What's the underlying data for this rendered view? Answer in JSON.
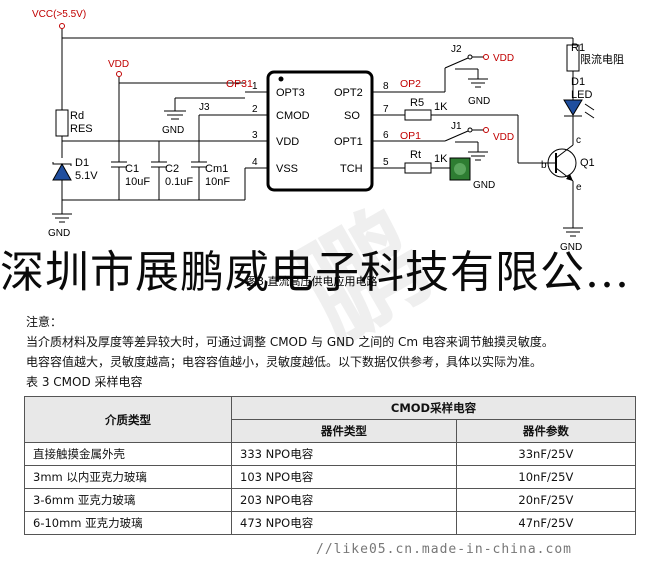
{
  "schematic": {
    "vcc_label": "VCC(>5.5V)",
    "vdd_label": "VDD",
    "gnd_label": "GND",
    "rd_name": "Rd",
    "rd_value": "RES",
    "d1_name": "D1",
    "d1_value": "5.1V",
    "c1_name": "C1",
    "c1_value": "10uF",
    "c2_name": "C2",
    "c2_value": "0.1uF",
    "cm1_name": "Cm1",
    "cm1_value": "10nF",
    "op31": "OP31",
    "j3": "J3",
    "pins_left": [
      {
        "num": "1",
        "name": "OPT3"
      },
      {
        "num": "2",
        "name": "CMOD"
      },
      {
        "num": "3",
        "name": "VDD"
      },
      {
        "num": "4",
        "name": "VSS"
      }
    ],
    "pins_right": [
      {
        "num": "8",
        "name": "OPT2"
      },
      {
        "num": "7",
        "name": "SO"
      },
      {
        "num": "6",
        "name": "OPT1"
      },
      {
        "num": "5",
        "name": "TCH"
      }
    ],
    "op2": "OP2",
    "op1": "OP1",
    "j2": "J2",
    "j1": "J1",
    "r5_name": "R5",
    "r5_value": "1K",
    "rt_name": "Rt",
    "rt_value": "1K",
    "r1_name": "R1",
    "r1_desc": "限流电阻",
    "led_name": "D1",
    "led_value": "LED",
    "q1": "Q1",
    "b": "b",
    "c": "c",
    "e": "e"
  },
  "watermark": "深圳市展鹏威电子科技有限公...",
  "caption": "图3  直流高压供电应用电路",
  "notes": {
    "title": "注意：",
    "line1": "当介质材料及厚度等差异较大时，可通过调整 CMOD 与 GND 之间的 Cm 电容来调节触摸灵敏度。",
    "line2": "电容容值越大，灵敏度越高；电容容值越小，灵敏度越低。以下数据仅供参考，具体以实际为准。",
    "table_title": "表 3 CMOD 采样电容"
  },
  "table": {
    "col_medium": "介质类型",
    "col_group": "CMOD采样电容",
    "col_type": "器件类型",
    "col_param": "器件参数",
    "rows": [
      {
        "medium": "直接触摸金属外壳",
        "type": "333 NPO电容",
        "param": "33nF/25V"
      },
      {
        "medium": "3mm  以内亚克力玻璃",
        "type": "103 NPO电容",
        "param": "10nF/25V"
      },
      {
        "medium": "3-6mm  亚克力玻璃",
        "type": "203 NPO电容",
        "param": "20nF/25V"
      },
      {
        "medium": "6-10mm  亚克力玻璃",
        "type": "473 NPO电容",
        "param": "47nF/25V"
      }
    ]
  },
  "footer_url": "//like05.cn.made-in-china.com"
}
